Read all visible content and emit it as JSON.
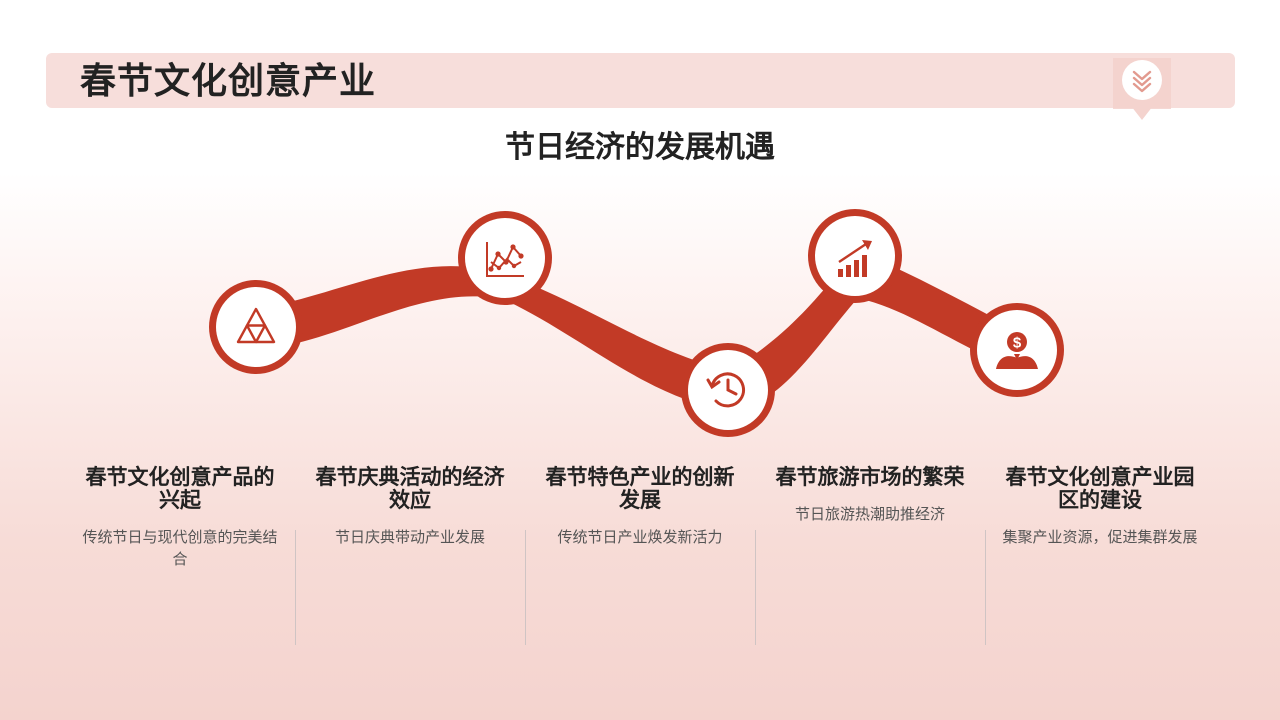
{
  "header": {
    "title": "春节文化创意产业",
    "badge_icon": "double-chevron-down-icon"
  },
  "subtitle": "节日经济的发展机遇",
  "colors": {
    "accent": "#c23a26",
    "header_bg": "#f7dedb",
    "title_text": "#222222",
    "desc_text": "#555555"
  },
  "flow": {
    "icons": [
      "triangle-pyramid-icon",
      "scatter-line-chart-icon",
      "history-clock-icon",
      "growth-bar-chart-icon",
      "dollar-hand-icon"
    ]
  },
  "items": [
    {
      "title": "春节文化创意产品的兴起",
      "desc": "传统节日与现代创意的完美结合"
    },
    {
      "title": "春节庆典活动的经济效应",
      "desc": "节日庆典带动产业发展"
    },
    {
      "title": "春节特色产业的创新发展",
      "desc": "传统节日产业焕发新活力"
    },
    {
      "title": "春节旅游市场的繁荣",
      "desc": "节日旅游热潮助推经济"
    },
    {
      "title": "春节文化创意产业园区的建设",
      "desc": "集聚产业资源，促进集群发展"
    }
  ]
}
